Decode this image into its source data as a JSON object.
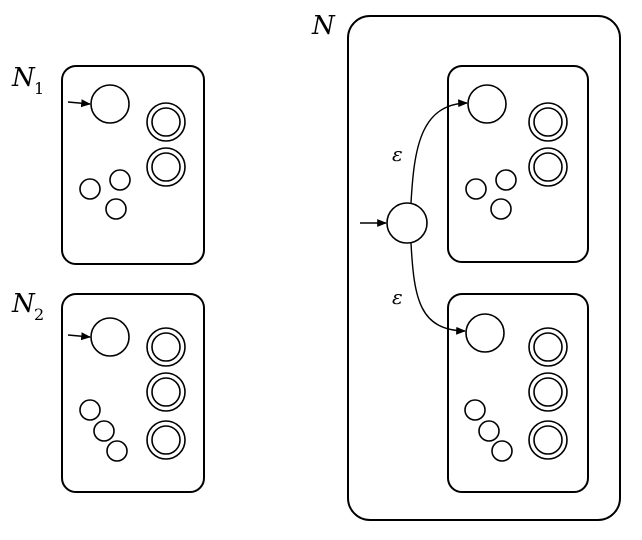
{
  "labels": {
    "n1_main": "N",
    "n1_sub": "1",
    "n2_main": "N",
    "n2_sub": "2",
    "n_main": "N",
    "eps_top": "ε",
    "eps_bottom": "ε"
  },
  "colors": {
    "stroke": "#000000",
    "background": "#ffffff"
  }
}
